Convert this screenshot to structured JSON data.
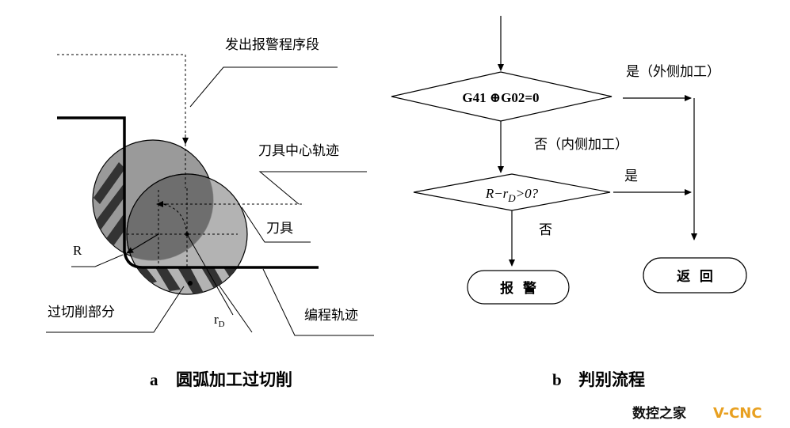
{
  "left_diagram": {
    "alarm_label": "发出报警程序段",
    "tool_center_label": "刀具中心轨迹",
    "tool_label": "刀具",
    "radius_label": "R",
    "overcut_label": "过切削部分",
    "rd_main": "r",
    "rd_sub": "D",
    "program_path_label": "编程轨迹",
    "caption_letter": "a",
    "caption_text": "圆弧加工过切削"
  },
  "flowchart": {
    "decision1": "G41 ⊕G02=0",
    "decision2_main": "R−r",
    "decision2_sub": "D",
    "decision2_tail": ">0?",
    "yes1": "是（外侧加工）",
    "no1": "否（内侧加工）",
    "yes2": "是",
    "no2": "否",
    "alarm_box": "报  警",
    "return_box": "返  回",
    "caption_letter": "b",
    "caption_text": "判别流程"
  },
  "watermark": {
    "text_cn": "数控之家",
    "text_en": "V-CNC",
    "color_en": "#e8a020"
  }
}
